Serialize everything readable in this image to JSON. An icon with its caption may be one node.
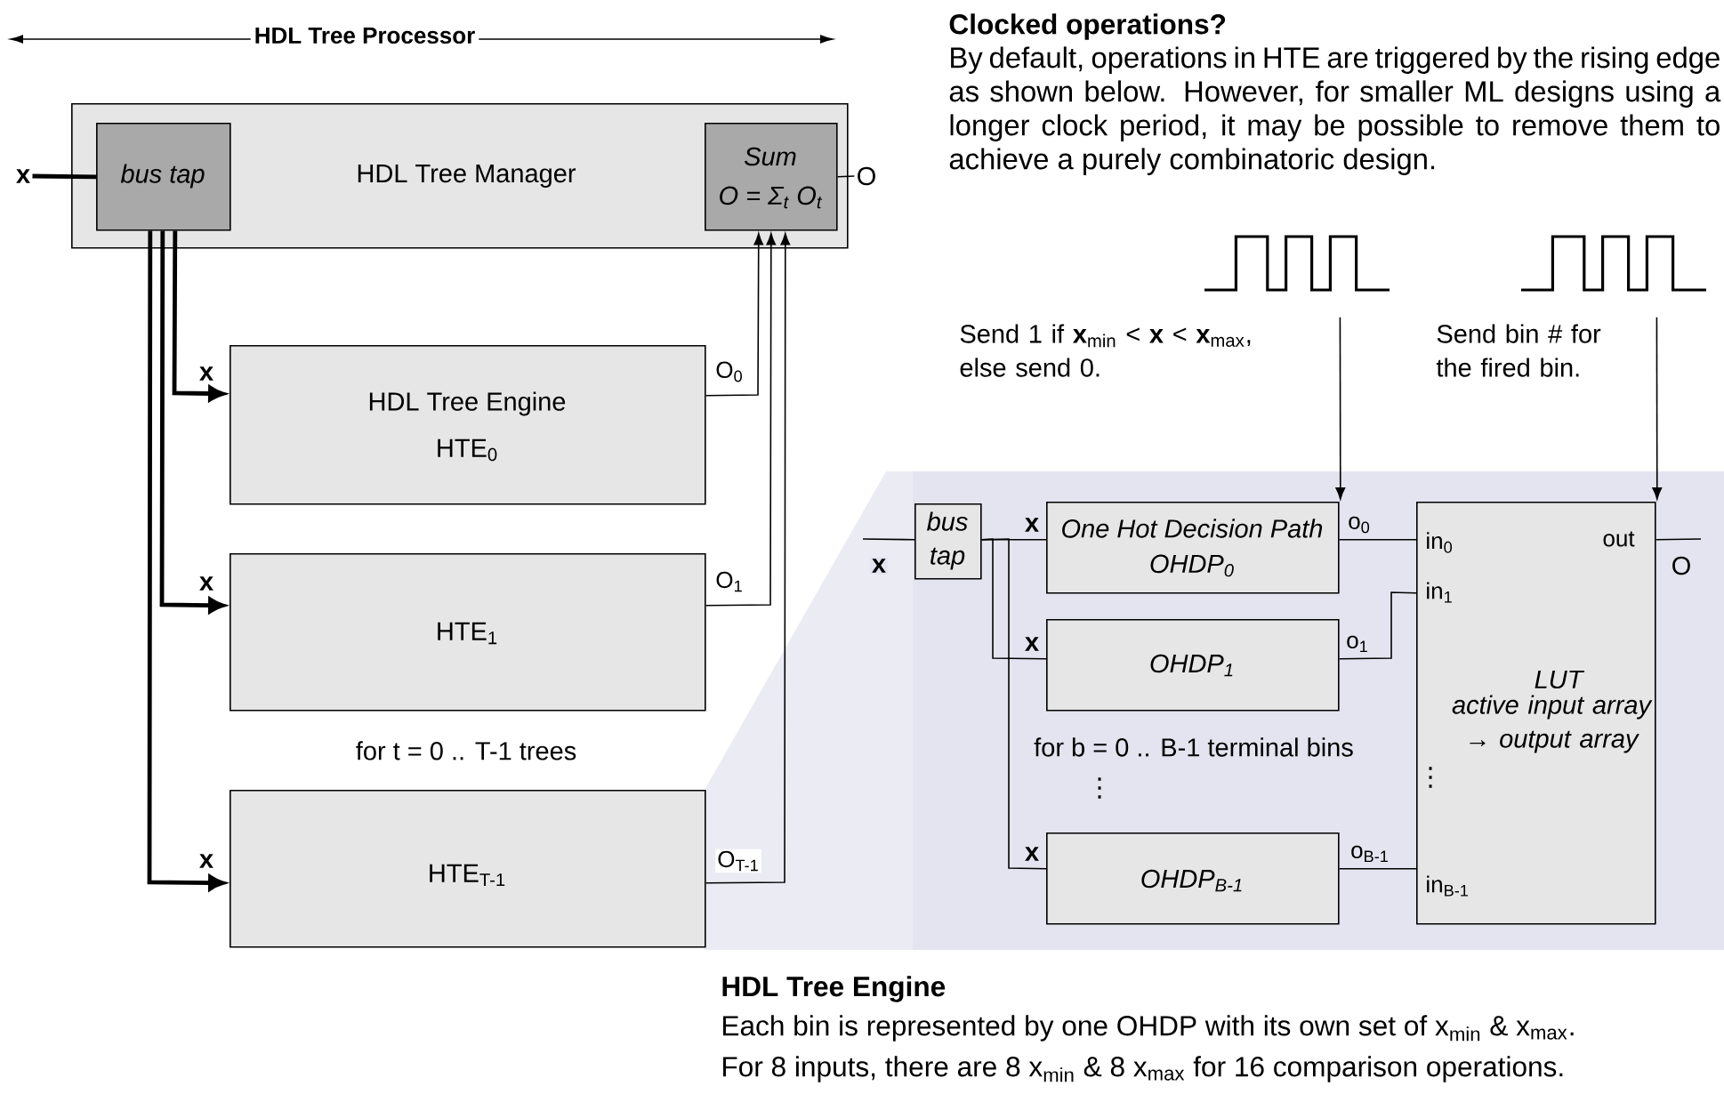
{
  "diagram": {
    "title": "HDL Tree Processor",
    "nodes": [
      {
        "text": [
          "HDL Tree Manager"
        ]
      },
      {
        "text": [
          "bus tap"
        ],
        "in": 0
      },
      {
        "text": [
          "Sum",
          "O = Σ$_{t}$ O$_{t}$"
        ],
        "in": 0
      },
      {
        "text": [
          "HDL Tree Engine",
          "HTE$_{0}$"
        ]
      },
      {
        "text": [
          "HTE$_{1}$"
        ]
      },
      {
        "text": [
          "HTE$_{T-1}$"
        ]
      },
      {
        "text": [
          "x"
        ]
      },
      {
        "text": [
          "O"
        ]
      },
      {
        "text": [
          "bus tap"
        ]
      },
      {
        "text": [
          "One Hot Decision Path",
          "OHDP$_{0}$"
        ]
      },
      {
        "text": [
          "OHDP$_{1}$"
        ]
      },
      {
        "text": [
          "OHDP$_{B-1}$"
        ]
      },
      {
        "text": [
          "in$_{0}$",
          "out",
          "in$_{1}$",
          "LUT",
          "active input array → output array",
          "⋮",
          "in$_{B-1}$"
        ]
      },
      {
        "text": [],
        "shape": "picture"
      },
      {
        "text": [],
        "shape": "picture"
      }
    ],
    "edges": [
      {
        "from": 6,
        "to": 1,
        "arrow": "none",
        "style": "thick"
      },
      {
        "from": 2,
        "to": 7,
        "arrow": "none"
      },
      {
        "from": 1,
        "to": 3,
        "arrow": "to",
        "style": "thick",
        "label": "x"
      },
      {
        "from": 1,
        "to": 4,
        "arrow": "to",
        "style": "thick",
        "label": "x"
      },
      {
        "from": 1,
        "to": 5,
        "arrow": "to",
        "style": "thick",
        "label": "x"
      },
      {
        "from": 3,
        "to": 2,
        "arrow": "to",
        "label": "O$_{0}$"
      },
      {
        "from": 4,
        "to": 2,
        "arrow": "to",
        "label": "O$_{1}$"
      },
      {
        "from": 5,
        "to": 2,
        "arrow": "to",
        "label": "O$_{T-1}$"
      },
      {
        "from": null,
        "to": 8,
        "arrow": "none",
        "label": "x"
      },
      {
        "from": 8,
        "to": 9,
        "arrow": "none",
        "label": "x"
      },
      {
        "from": 8,
        "to": 10,
        "arrow": "none",
        "label": "x"
      },
      {
        "from": 8,
        "to": 11,
        "arrow": "none",
        "label": "x"
      },
      {
        "from": 9,
        "to": 12,
        "arrow": "none",
        "label": "o$_{0}$"
      },
      {
        "from": 10,
        "to": 12,
        "arrow": "none",
        "label": "o$_{1}$"
      },
      {
        "from": 11,
        "to": 12,
        "arrow": "none",
        "label": "o$_{B-1}$"
      },
      {
        "from": 12,
        "to": null,
        "arrow": "none",
        "label": "O"
      },
      {
        "from": 13,
        "to": 9,
        "arrow": "to",
        "label": "Send 1 if **x**$_{min}$ < **x** < **x**$_{max}$, else send 0."
      },
      {
        "from": 14,
        "to": 12,
        "arrow": "to",
        "label": "Send bin # for the fired bin."
      }
    ],
    "labels": [
      "Clocked operations?",
      "By default, operations in HTE are triggered by the rising edge as shown below. However, for smaller ML designs using a longer clock period, it may be possible to remove them to achieve a purely combinatoric design.",
      "for t = 0 .. T-1 trees",
      "for b = 0 .. B-1 terminal bins",
      "⋮",
      "HDL Tree Engine",
      "Each bin is represented by one OHDP with its own set of x$_{min}$ & x$_{max}$.",
      "For 8 inputs, there are 8 x$_{min}$ & 8 x$_{max}$ for 16 comparison operations."
    ]
  }
}
